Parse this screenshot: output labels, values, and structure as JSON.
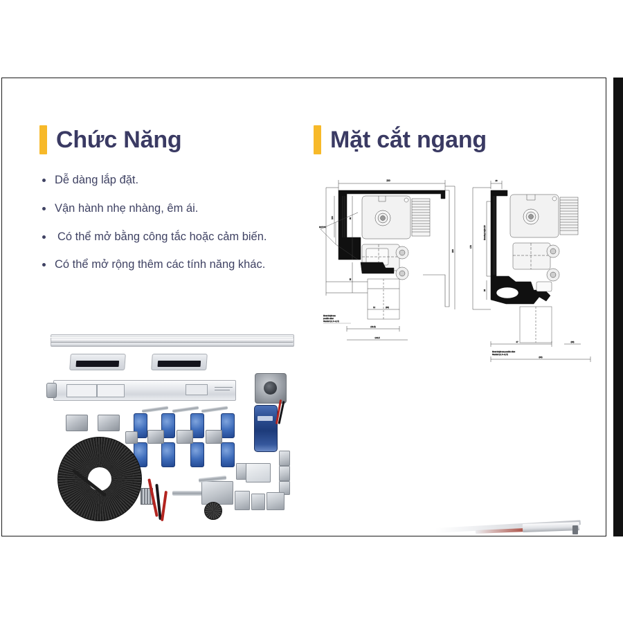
{
  "page": {
    "language": "vi",
    "background_color": "#ffffff",
    "frame_border_color": "#1a1a1a",
    "right_bar_color": "#111111"
  },
  "theme": {
    "accent_color": "#F7B929",
    "heading_color": "#3A3A63",
    "body_text_color": "#3F4263"
  },
  "sections": {
    "functions": {
      "heading": "Chức Năng",
      "accent": "yellow-accent-bar",
      "bullets": [
        "Dễ dàng lắp đặt.",
        "Vận hành nhẹ nhàng, êm ái.",
        "Có thể mở bằng công tắc hoặc cảm biến.",
        "Có thể mở rộng thêm các tính năng khác."
      ]
    },
    "cross_section": {
      "heading": "Mặt cắt ngang",
      "accent": "yellow-accent-bar",
      "drawing_caption": "",
      "drawings": [
        {
          "name": "cross-section-left",
          "description": "automatic sliding door header cross-section with motor, belt pulley and roller carriage"
        },
        {
          "name": "cross-section-right",
          "description": "automatic sliding door header cross-section, alternate mounting profile"
        }
      ]
    }
  },
  "images": {
    "product_kit_photo": {
      "name": "automatic-sliding-door-kit-photo",
      "description": "Full automatic sliding door operator kit: aluminium header rail, two sensors, controller unit, motor with gearhead, blue roller carriages, timing belt coil, brackets, wiring harness, pulley and mounting plates."
    },
    "bottom_rail_photo": {
      "name": "aluminium-rail-photo",
      "description": "Partial photo of an aluminium door header rail at the lower right corner."
    }
  }
}
